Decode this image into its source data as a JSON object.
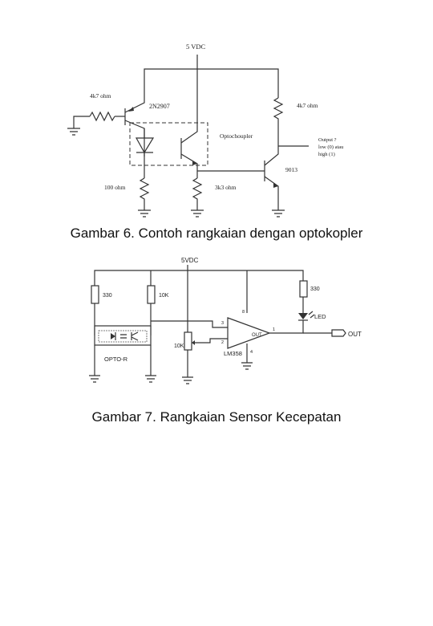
{
  "figure6": {
    "supply_label": "5 VDC",
    "r_base_label": "4k7 ohm",
    "q1_label": "2N2907",
    "opto_label": "Optochoupler",
    "r_led_label": "100 ohm",
    "r_emitter_label": "3k3 ohm",
    "r_collector_label": "4k7 ohm",
    "q2_label": "9013",
    "output_label_line1": "Output ?",
    "output_label_line2": "low (0) atau",
    "output_label_line3": "high (1)",
    "caption": "Gambar 6. Contoh rangkaian dengan optokopler"
  },
  "figure7": {
    "supply_label": "5VDC",
    "r1_label": "330",
    "r2_label": "10K",
    "opto_label": "OPTO-R",
    "pot_label": "10K",
    "pin8_label": "8",
    "pin3_label": "3",
    "pin2_label": "2",
    "pin1_label": "1",
    "pin4_label": "4",
    "out_pin_label": "OUT",
    "ic_label": "LM358",
    "r3_label": "330",
    "led_label": "LED",
    "out_connector_label": "OUT",
    "caption": "Gambar 7. Rangkaian Sensor Kecepatan"
  }
}
